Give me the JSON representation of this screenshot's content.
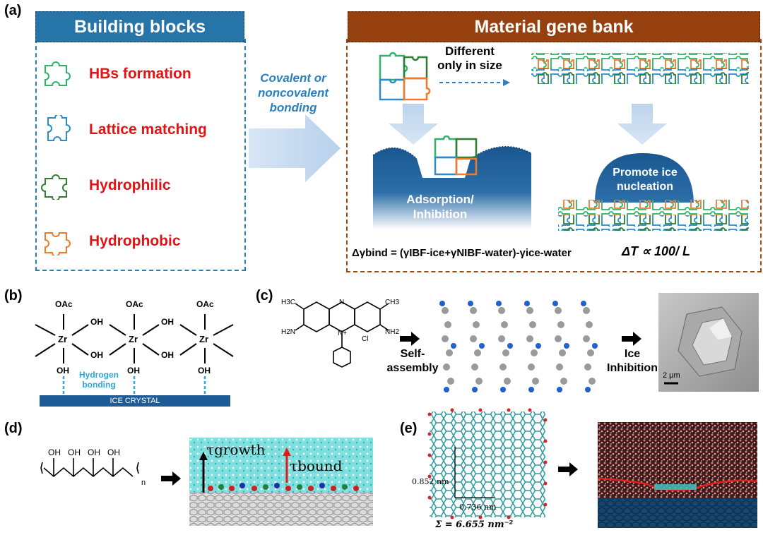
{
  "panel_labels": {
    "a": "(a)",
    "b": "(b)",
    "c": "(c)",
    "d": "(d)",
    "e": "(e)"
  },
  "building_blocks": {
    "title": "Building blocks",
    "items": [
      {
        "label": "HBs formation",
        "color": "#2fb36a"
      },
      {
        "label": "Lattice matching",
        "color": "#2a8cc8"
      },
      {
        "label": "Hydrophilic",
        "color": "#2e7d32"
      },
      {
        "label": "Hydrophobic",
        "color": "#f07a2a"
      }
    ]
  },
  "bonding_arrow": {
    "line1": "Covalent or",
    "line2": "noncovalent",
    "line3": "bonding"
  },
  "gene_bank": {
    "title": "Material gene bank",
    "size_note_1": "Different",
    "size_note_2": "only in size",
    "adsorption_1": "Adsorption/",
    "adsorption_2": "Inhibition",
    "promote_1": "Promote ice",
    "promote_2": "nucleation",
    "eq_left": "Δγbind = (γIBF-ice+γNIBF-water)-γice-water",
    "eq_right": "ΔT ∝ 100/ L"
  },
  "panel_b": {
    "oac": "OAc",
    "oh": "OH",
    "zr": "Zr",
    "hbond_1": "Hydrogen",
    "hbond_2": "bonding",
    "ice": "ICE CRYSTAL"
  },
  "panel_c": {
    "h3c": "H3C",
    "ch3": "CH3",
    "h2n": "H2N",
    "nh2": "NH2",
    "n": "N",
    "nplus": "N+",
    "cl": "Cl",
    "self_1": "Self-",
    "self_2": "assembly",
    "ice_1": "Ice",
    "ice_2": "Inhibition",
    "scale": "2 μm"
  },
  "panel_d": {
    "oh": "OH",
    "n": "n",
    "tau_growth": "τgrowth",
    "tau_bound": "τbound"
  },
  "panel_e": {
    "dim_y": "0.852 nm",
    "dim_x": "0.736 nm",
    "sigma": "Σ = 6.655 nm⁻²"
  },
  "colors": {
    "blue_header": "#2774a8",
    "brown_header": "#96400f",
    "label_red": "#e01414",
    "bonding_text": "#2a7fc0",
    "dark_blue_surface": "#1f5b94",
    "water_cyan": "#3cc6c6",
    "graphene_teal": "#2a9aa0"
  }
}
